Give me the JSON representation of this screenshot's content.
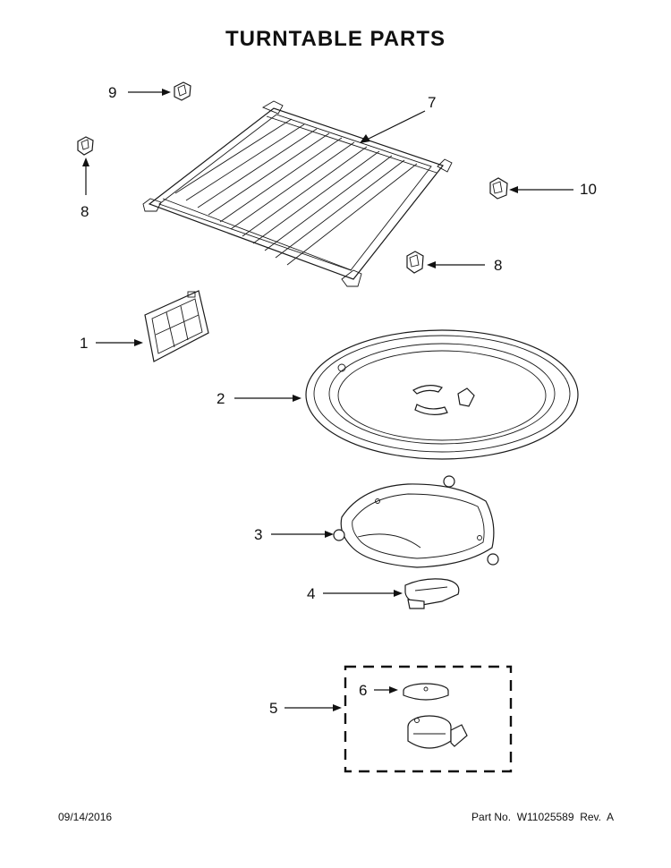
{
  "title": "TURNTABLE PARTS",
  "callouts": {
    "c1": "1",
    "c2": "2",
    "c3": "3",
    "c4": "4",
    "c5": "5",
    "c6": "6",
    "c7": "7",
    "c8a": "8",
    "c8b": "8",
    "c9": "9",
    "c10": "10"
  },
  "footer": {
    "date": "09/14/2016",
    "part_no": "Part No.  W11025589  Rev.  A"
  }
}
